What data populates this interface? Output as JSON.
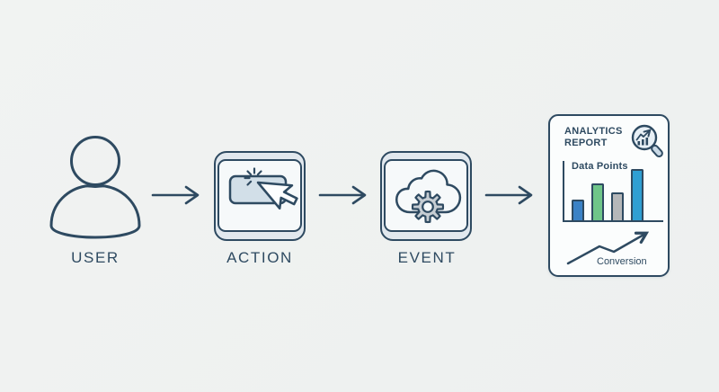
{
  "scene": {
    "background": "#eff1f0",
    "line_color": "#2e4a61",
    "box_fill": "#e1e8ee",
    "box_inner_fill": "#f6f9fa",
    "button_fill": "#d2dfe8"
  },
  "flow": {
    "nodes": [
      {
        "id": "user",
        "label": "USER"
      },
      {
        "id": "action",
        "label": "ACTION"
      },
      {
        "id": "event",
        "label": "EVENT"
      },
      {
        "id": "report",
        "label": "ANALYTICS REPORT"
      }
    ],
    "arrow_count": 3
  },
  "report": {
    "title": "ANALYTICS REPORT",
    "bar_chart_label": "Data Points",
    "trend_label": "Conversion"
  },
  "chart_data": [
    {
      "type": "bar",
      "title": "Data Points",
      "categories": [
        "1",
        "2",
        "3",
        "4"
      ],
      "values": [
        23,
        41,
        31,
        57
      ],
      "colors": [
        "#3b82c6",
        "#6fc589",
        "#b5b7b9",
        "#2f9fd3"
      ],
      "grid": false,
      "axis_tick_labels": false,
      "legend": false
    },
    {
      "type": "line",
      "title": "Conversion",
      "x": [
        0,
        35,
        51,
        86
      ],
      "y": [
        0,
        19,
        13,
        33
      ],
      "color": "#2e4a61",
      "annotation": "upward zigzag trend ending in arrowhead"
    }
  ]
}
